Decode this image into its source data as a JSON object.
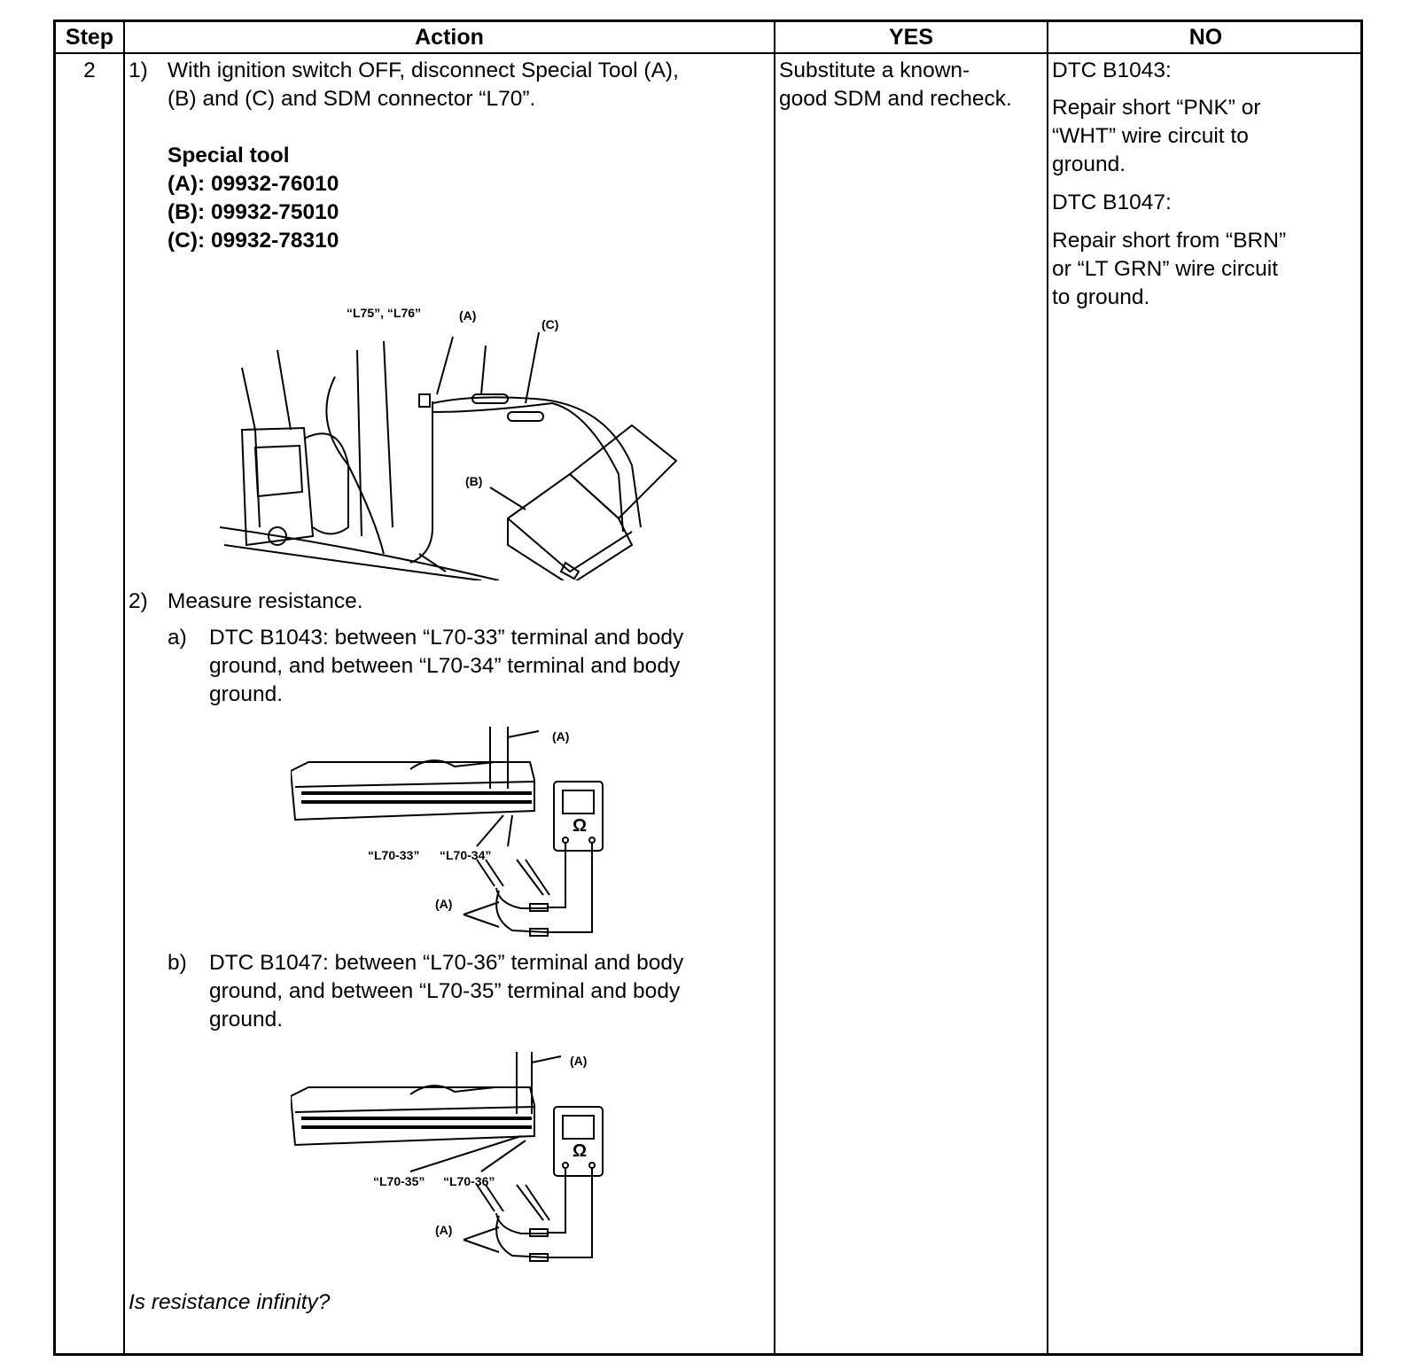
{
  "headers": {
    "step": "Step",
    "action": "Action",
    "yes": "YES",
    "no": "NO"
  },
  "step": "2",
  "action": {
    "s1_num": "1)",
    "s1_line1": "With ignition switch OFF, disconnect Special Tool (A),",
    "s1_line2": "(B) and (C) and SDM connector “L70”.",
    "special_tool_title": "Special tool",
    "tools": [
      "(A):  09932-76010",
      "(B):  09932-75010",
      "(C):  09932-78310"
    ],
    "fig1_labels": {
      "conn": "“L75”, “L76”",
      "a": "(A)",
      "c": "(C)",
      "b": "(B)"
    },
    "s2_num": "2)",
    "s2_text": "Measure resistance.",
    "sa_num": "a)",
    "sa_lines": [
      "DTC B1043: between “L70-33” terminal and body",
      "ground, and between “L70-34” terminal and body",
      "ground."
    ],
    "fig2_labels": {
      "a_top": "(A)",
      "t1": "“L70-33”",
      "t2": "“L70-34”",
      "a_bot": "(A)",
      "ohm": "Ω"
    },
    "sb_num": "b)",
    "sb_lines": [
      "DTC B1047: between “L70-36” terminal and body",
      "ground, and between “L70-35” terminal and body",
      "ground."
    ],
    "fig3_labels": {
      "a_top": "(A)",
      "t1": "“L70-35”",
      "t2": "“L70-36”",
      "a_bot": "(A)",
      "ohm": "Ω"
    },
    "question": "Is resistance infinity?"
  },
  "yes": {
    "lines": [
      "Substitute a known-",
      "good SDM and recheck."
    ]
  },
  "no": {
    "dtc1": "DTC B1043:",
    "dtc1_lines": [
      "Repair short “PNK” or",
      "“WHT” wire circuit to",
      "ground."
    ],
    "dtc2": "DTC B1047:",
    "dtc2_lines": [
      "Repair short from “BRN”",
      "or “LT GRN” wire circuit",
      "to ground."
    ]
  }
}
